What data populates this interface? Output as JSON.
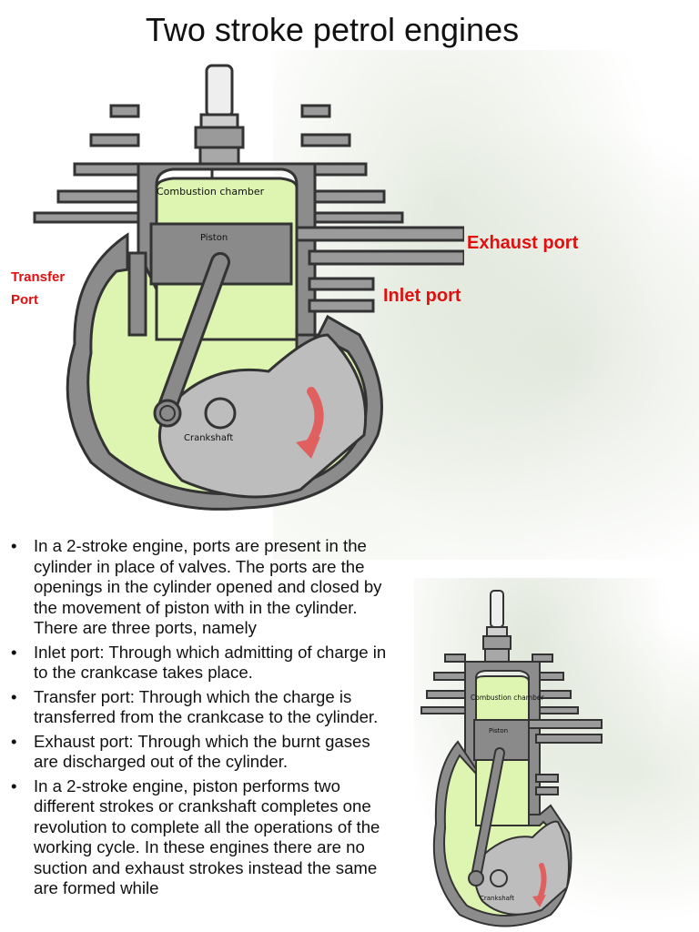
{
  "title": "Two stroke petrol engines",
  "labels": {
    "exhaust_port": "Exhaust port",
    "inlet_port": "Inlet port",
    "transfer_port": "Transfer Port"
  },
  "diagram_main": {
    "combustion_chamber": "Combustion chamber",
    "piston": "Piston",
    "crankshaft": "Crankshaft"
  },
  "diagram_small": {
    "combustion_chamber": "Combustion chamber",
    "piston": "Piston",
    "crankshaft": "Crankshaft"
  },
  "bullets": [
    "In a 2-stroke engine, ports are present in the cylinder in place of valves. The ports are the openings in the cylinder opened and closed by the movement of piston with in the cylinder. There are three ports, namely",
    "Inlet port: Through which admitting of charge in to the crankcase takes place.",
    "Transfer port: Through which the charge is transferred from the crankcase to the cylinder.",
    "Exhaust port: Through which the burnt gases are discharged out of the cylinder.",
    "In a 2-stroke engine, piston performs two different strokes or crankshaft completes one revolution to complete all the operations of the working cycle. In these engines there are no suction and exhaust strokes instead the same are formed while"
  ],
  "colors": {
    "label_red": "#e01010",
    "charge_green": "#ddf5b0",
    "metal_gray": "#8a8a8a",
    "arrow_red": "#e06060"
  }
}
